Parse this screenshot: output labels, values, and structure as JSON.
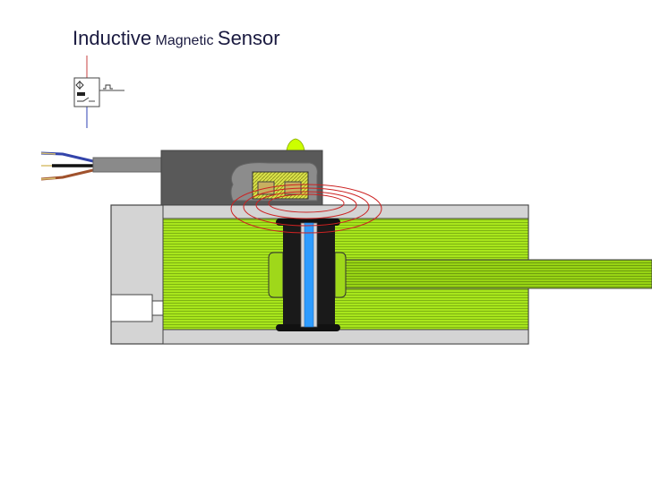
{
  "title": {
    "word1": "Inductive",
    "word2": "Magnetic",
    "word3": "Sensor"
  },
  "symbol": {
    "icon": "inductive-sensor-symbol-icon",
    "pulse_glyph": "pulse-icon"
  },
  "colors": {
    "title_text": "#1a1a40",
    "cylinder_fill": "#a6e61a",
    "piston_band": "#1a1a1a",
    "magnet": "#2e9cff",
    "field_lines": "#cc2222",
    "sensor_body": "#555555",
    "led": "#ccff00",
    "wire_blue": "#3344aa",
    "wire_black": "#111111",
    "wire_brown": "#a0522d"
  }
}
